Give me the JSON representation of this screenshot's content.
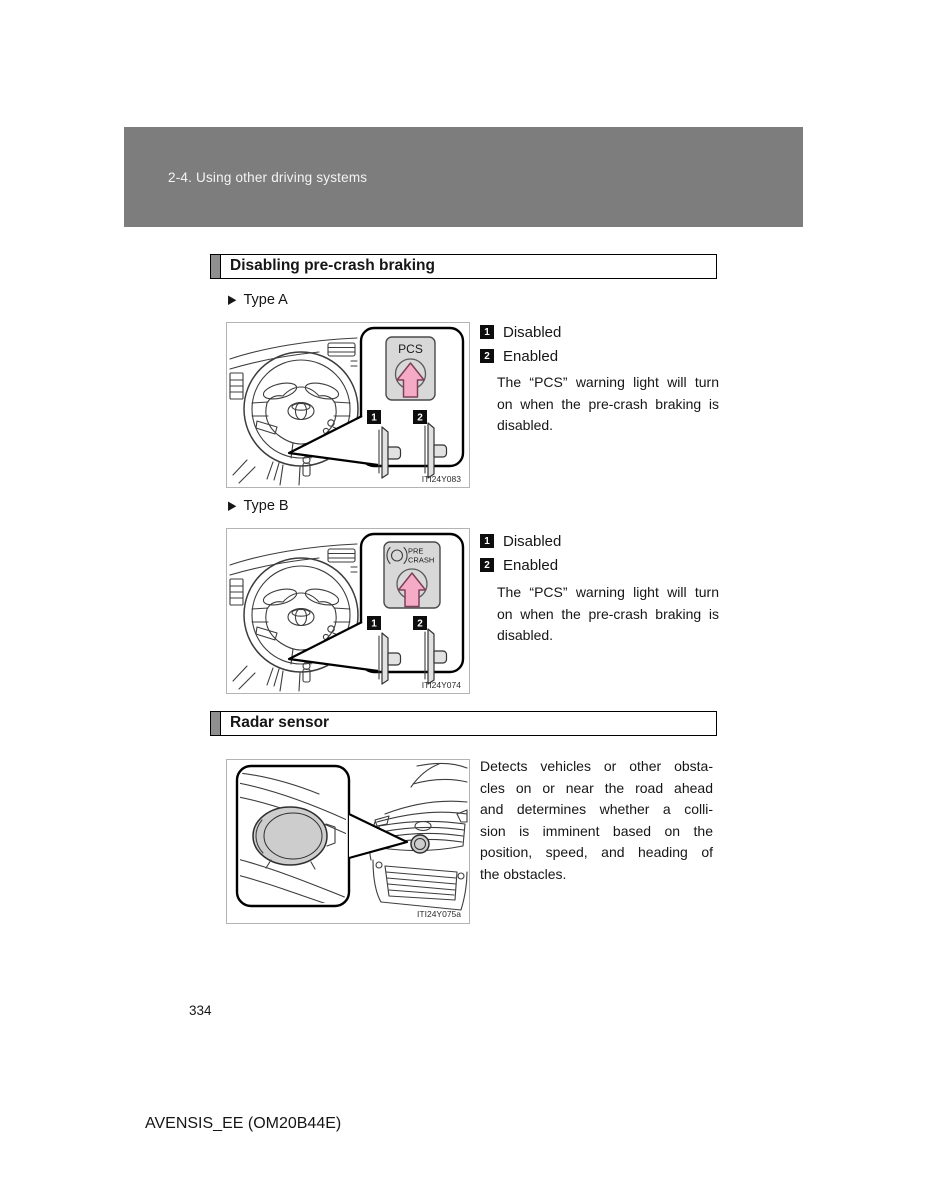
{
  "header": {
    "title": "2-4. Using other driving systems"
  },
  "markers": {
    "type_bullet": "▶"
  },
  "disabling": {
    "title": "Disabling pre-crash braking",
    "items": [
      {
        "num": "1",
        "label": "Disabled"
      },
      {
        "num": "2",
        "label": "Enabled"
      }
    ],
    "note_lines": [
      "The “PCS” warning light will turn",
      "on when the pre-crash braking is",
      "disabled."
    ],
    "types": [
      {
        "label": "Type A",
        "figure_code": "ITI24Y083",
        "button_text": "PCS"
      },
      {
        "label": "Type B",
        "figure_code": "ITI24Y074",
        "button_text_line1": "PRE",
        "button_text_line2": "CRASH"
      }
    ]
  },
  "radar": {
    "title": "Radar sensor",
    "figure_code": "ITI24Y075a",
    "body_lines": [
      "Detects vehicles or other obsta-",
      "cles on or near the road ahead",
      "and determines whether a colli-",
      "sion is imminent based on the",
      "position, speed, and heading of",
      "the obstacles."
    ]
  },
  "footer": {
    "page_number": "334",
    "code": "AVENSIS_EE (OM20B44E)"
  },
  "colors": {
    "header_gray": "#7d7d7d",
    "accent_gray": "#8f8f8f",
    "arrow_pink": "#f5abc6",
    "ink": "#161616"
  }
}
